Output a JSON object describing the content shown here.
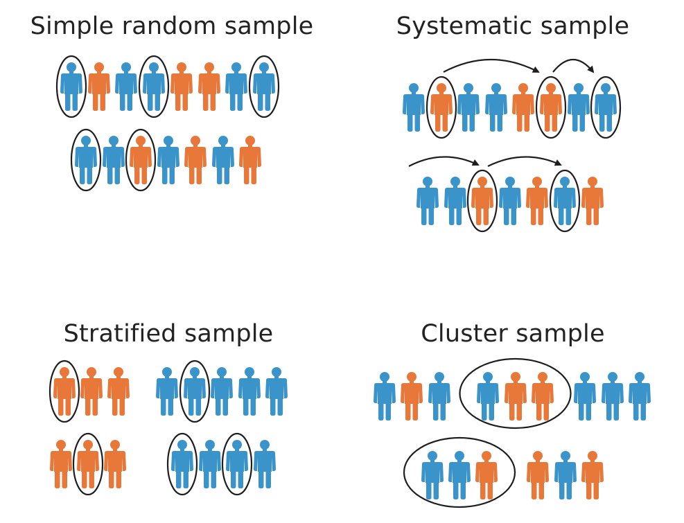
{
  "colors": {
    "blue": "#3b94c9",
    "orange": "#e8783a",
    "outline": "#1e1e1e"
  },
  "panels": [
    {
      "id": "simple-random",
      "title": "Simple random sample",
      "rows": [
        {
          "people": [
            {
              "c": "blue",
              "s": true
            },
            {
              "c": "orange",
              "s": false
            },
            {
              "c": "blue",
              "s": false
            },
            {
              "c": "blue",
              "s": true
            },
            {
              "c": "orange",
              "s": false
            },
            {
              "c": "orange",
              "s": false
            },
            {
              "c": "blue",
              "s": false
            },
            {
              "c": "blue",
              "s": true
            }
          ]
        },
        {
          "people": [
            {
              "c": "blue",
              "s": true
            },
            {
              "c": "blue",
              "s": false
            },
            {
              "c": "orange",
              "s": true
            },
            {
              "c": "blue",
              "s": false
            },
            {
              "c": "orange",
              "s": false
            },
            {
              "c": "blue",
              "s": false
            },
            {
              "c": "orange",
              "s": false
            }
          ]
        }
      ]
    },
    {
      "id": "systematic",
      "title": "Systematic sample",
      "rows": [
        {
          "people": [
            {
              "c": "blue",
              "s": false
            },
            {
              "c": "orange",
              "s": true
            },
            {
              "c": "blue",
              "s": false
            },
            {
              "c": "blue",
              "s": false
            },
            {
              "c": "orange",
              "s": false
            },
            {
              "c": "orange",
              "s": true
            },
            {
              "c": "blue",
              "s": false
            },
            {
              "c": "blue",
              "s": true
            }
          ],
          "arrows": [
            [
              1,
              5
            ],
            [
              5,
              7
            ]
          ]
        },
        {
          "people": [
            {
              "c": "blue",
              "s": false
            },
            {
              "c": "blue",
              "s": false
            },
            {
              "c": "orange",
              "s": true
            },
            {
              "c": "blue",
              "s": false
            },
            {
              "c": "orange",
              "s": false
            },
            {
              "c": "blue",
              "s": true
            },
            {
              "c": "orange",
              "s": false
            }
          ],
          "arrows": [
            [
              "start",
              2
            ],
            [
              2,
              5
            ]
          ]
        }
      ]
    },
    {
      "id": "stratified",
      "title": "Stratified sample",
      "groups": [
        {
          "stratum": "orange",
          "people": [
            {
              "c": "orange",
              "s": true
            },
            {
              "c": "orange",
              "s": false
            },
            {
              "c": "orange",
              "s": false
            }
          ]
        },
        {
          "stratum": "blue",
          "people": [
            {
              "c": "blue",
              "s": false
            },
            {
              "c": "blue",
              "s": true
            },
            {
              "c": "blue",
              "s": false
            },
            {
              "c": "blue",
              "s": false
            },
            {
              "c": "blue",
              "s": false
            }
          ]
        },
        {
          "stratum": "orange",
          "people": [
            {
              "c": "orange",
              "s": false
            },
            {
              "c": "orange",
              "s": true
            },
            {
              "c": "orange",
              "s": false
            }
          ]
        },
        {
          "stratum": "blue",
          "people": [
            {
              "c": "blue",
              "s": true
            },
            {
              "c": "blue",
              "s": false
            },
            {
              "c": "blue",
              "s": true
            },
            {
              "c": "blue",
              "s": false
            }
          ]
        }
      ]
    },
    {
      "id": "cluster",
      "title": "Cluster sample",
      "clusters": [
        {
          "selected": false,
          "people": [
            "blue",
            "orange",
            "blue"
          ]
        },
        {
          "selected": true,
          "people": [
            "blue",
            "orange",
            "orange"
          ]
        },
        {
          "selected": false,
          "people": [
            "blue",
            "blue",
            "blue"
          ]
        },
        {
          "selected": true,
          "people": [
            "blue",
            "blue",
            "orange"
          ]
        },
        {
          "selected": false,
          "people": [
            "orange",
            "blue",
            "orange"
          ]
        }
      ]
    }
  ]
}
